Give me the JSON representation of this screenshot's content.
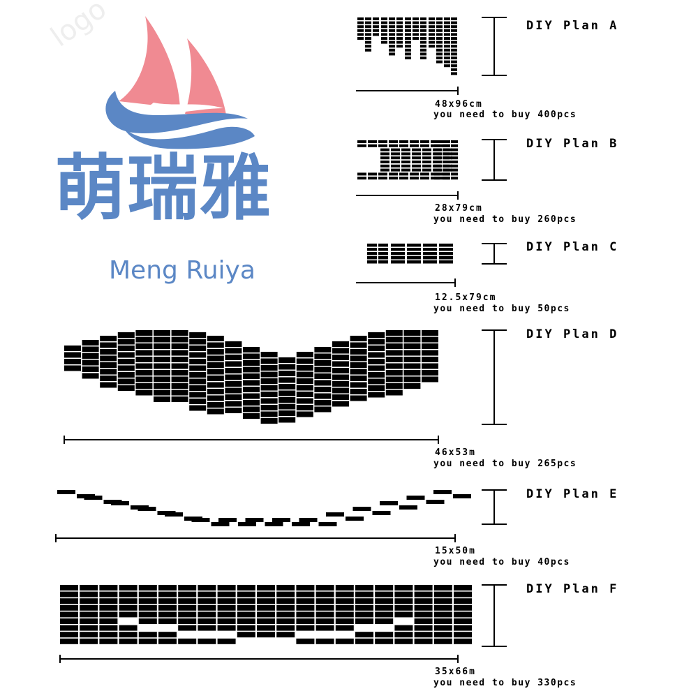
{
  "brand": {
    "name_cn": "萌瑞雅",
    "name_en": "Meng Ruiya",
    "colors": {
      "sail": "#f08a92",
      "wave": "#5b87c5",
      "text": "#5b87c5"
    }
  },
  "plans": [
    {
      "title": "DIY Plan A",
      "size": "48x96cm",
      "note": "you need to buy 400pcs"
    },
    {
      "title": "DIY Plan B",
      "size": "28x79cm",
      "note": "you need to buy 260pcs"
    },
    {
      "title": "DIY Plan C",
      "size": "12.5x79cm",
      "note": "you need to buy 50pcs"
    },
    {
      "title": "DIY Plan D",
      "size": "46x53m",
      "note": "you need to buy 265pcs"
    },
    {
      "title": "DIY Plan E",
      "size": "15x50m",
      "note": "you need to buy 40pcs"
    },
    {
      "title": "DIY Plan F",
      "size": "35x66m",
      "note": "you need to buy 330pcs"
    }
  ]
}
